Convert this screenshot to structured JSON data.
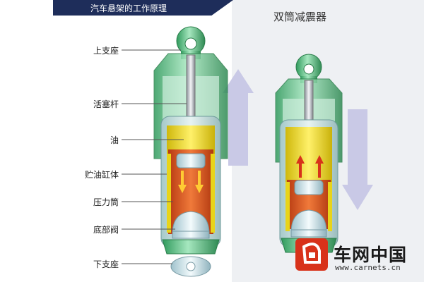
{
  "header": {
    "banner_text": "汽车悬架的工作原理",
    "title": "双筒减震器"
  },
  "labels": [
    {
      "id": "upper-mount",
      "text": "上支座"
    },
    {
      "id": "piston-rod",
      "text": "活塞杆"
    },
    {
      "id": "oil",
      "text": "油"
    },
    {
      "id": "reservoir-cylinder",
      "text": "贮油缸体"
    },
    {
      "id": "pressure-tube",
      "text": "压力筒"
    },
    {
      "id": "base-valve",
      "text": "底部阀"
    },
    {
      "id": "lower-mount",
      "text": "下支座"
    }
  ],
  "logo": {
    "name": "车网中国",
    "url": "www.carnets.cn"
  },
  "colors": {
    "banner": "#1e2d5a",
    "shell": "#6fc58e",
    "oil": "#e8d41a",
    "pressure": "#d5501e",
    "arrow": "#c9c9e6"
  }
}
